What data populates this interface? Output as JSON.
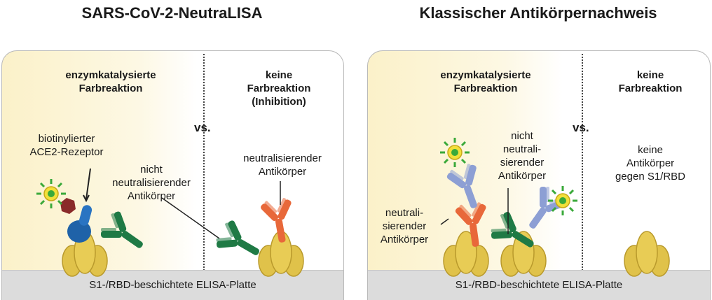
{
  "left": {
    "title": "SARS-CoV-2-NeutraLISA",
    "reaction_label": "enzymkatalysierte\nFarbreaktion",
    "inhibition_label": "keine\nFarbreaktion\n(Inhibition)",
    "vs": "vs.",
    "receptor_label": "biotinylierter\nACE2-Rezeptor",
    "non_neutralizing_label": "nicht\nneutralisierender\nAntikörper",
    "neutralizing_label": "neutralisierender\nAntikörper",
    "plate_label": "S1-/RBD-beschichtete ELISA-Platte"
  },
  "right": {
    "title": "Klassischer Antikörpernachweis",
    "reaction_label": "enzymkatalysierte\nFarbreaktion",
    "no_reaction_label": "keine\nFarbreaktion",
    "vs": "vs.",
    "non_neutralizing_label": "nicht\nneutrali-\nsierender\nAntikörper",
    "neutralizing_label": "neutrali-\nsierender\nAntikörper",
    "no_antibody_label": "keine\nAntikörper\ngegen S1/RBD",
    "plate_label": "S1-/RBD-beschichtete ELISA-Platte"
  },
  "colors": {
    "green_antibody": "#1f7a45",
    "orange_antibody": "#e8683a",
    "blue_antibody": "#8d9fd4",
    "ace2_receptor": "#1f62a8",
    "enzyme_star": "#3aa93a",
    "antigen": "#e0c24a",
    "plate": "#dcdcdc"
  }
}
